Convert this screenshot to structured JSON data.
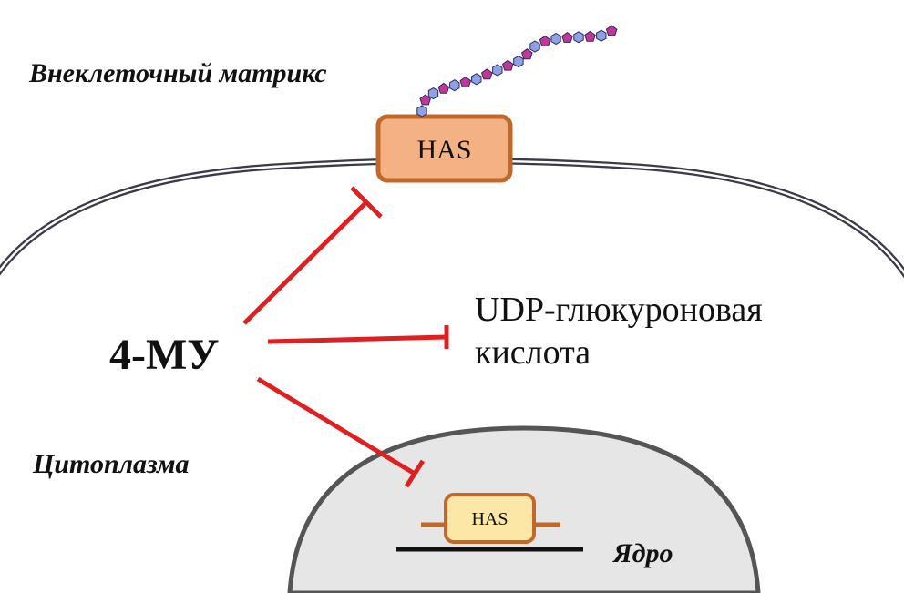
{
  "labels": {
    "extracellular_matrix": "Внеклеточный матрикс",
    "cytoplasm": "Цитоплазма",
    "nucleus": "Ядро",
    "inhibitor": "4-МУ",
    "enzyme_membrane": "HAS",
    "enzyme_gene": "HAS",
    "substrate_line1": "UDP-глюкуроновая",
    "substrate_line2": "кислота"
  },
  "colors": {
    "inhibition_arrow": "#e02020",
    "membrane": "#3a3a48",
    "has_fill": "#f4b183",
    "has_stroke": "#c0692a",
    "gene_fill": "#fde7a6",
    "gene_stroke": "#c0692a",
    "nucleus_fill": "#e6e6e6",
    "nucleus_stroke": "#555555",
    "chain_blue": "#8fa0e8",
    "chain_magenta": "#c2369a"
  },
  "icons": {
    "hyaluronan_chain": "polysaccharide-chain-icon",
    "inhibition": "t-bar-inhibition-arrow"
  }
}
